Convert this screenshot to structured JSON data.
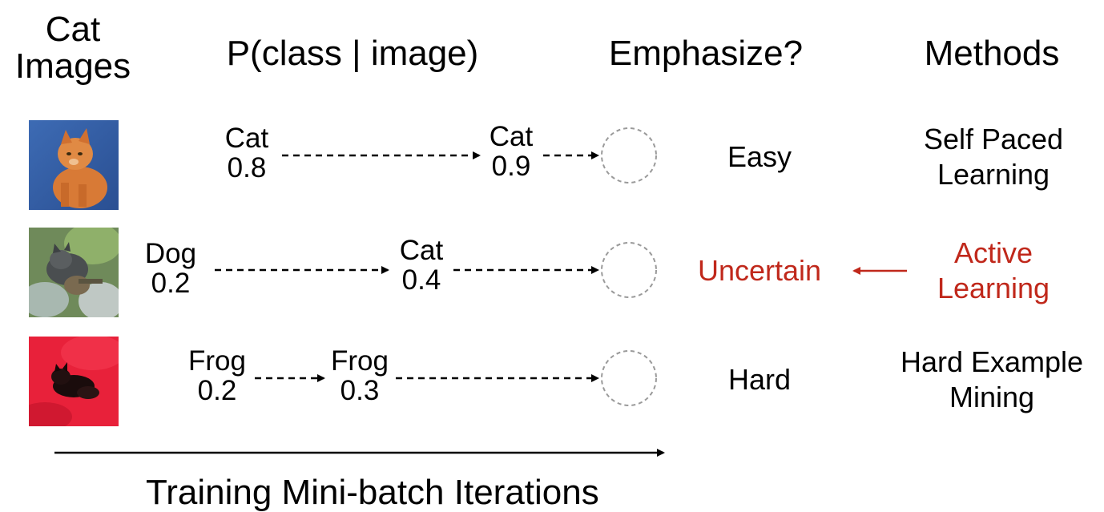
{
  "headers": {
    "images_line1": "Cat",
    "images_line2": "Images",
    "probability": "P(class | image)",
    "emphasize": "Emphasize?",
    "methods": "Methods"
  },
  "rows": [
    {
      "image_icon": "cat-photo-orange-kitten",
      "first_class": "Cat",
      "first_prob": "0.8",
      "second_class": "Cat",
      "second_prob": "0.9",
      "difficulty": "Easy",
      "method_line1": "Self Paced",
      "method_line2": "Learning",
      "highlight": false
    },
    {
      "image_icon": "cat-photo-outdoors",
      "first_class": "Dog",
      "first_prob": "0.2",
      "second_class": "Cat",
      "second_prob": "0.4",
      "difficulty": "Uncertain",
      "method_line1": "Active",
      "method_line2": "Learning",
      "highlight": true
    },
    {
      "image_icon": "cat-photo-red-background",
      "first_class": "Frog",
      "first_prob": "0.2",
      "second_class": "Frog",
      "second_prob": "0.3",
      "difficulty": "Hard",
      "method_line1": "Hard Example",
      "method_line2": "Mining",
      "highlight": false
    }
  ],
  "axis": {
    "label": "Training Mini-batch Iterations"
  },
  "colors": {
    "highlight": "#c0281b",
    "text": "#000000",
    "circle_stroke": "#9a9a9a"
  }
}
